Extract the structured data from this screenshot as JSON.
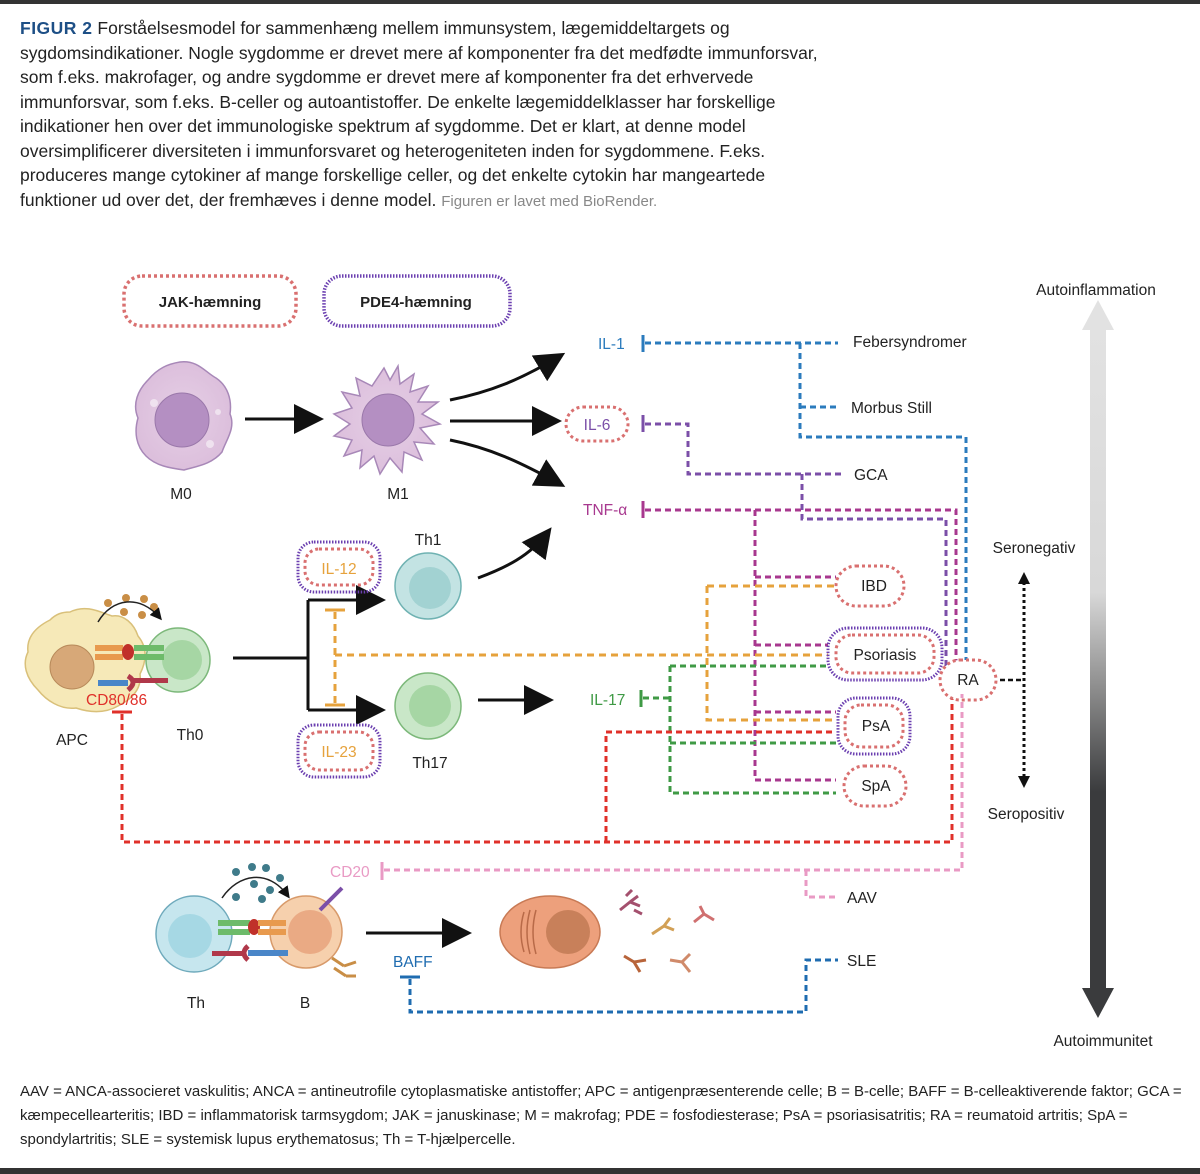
{
  "caption": {
    "figure_label": "FIGUR 2",
    "text": "Forståelsesmodel for sammenhæng mellem immunsystem, lægemiddeltargets og sygdomsindikationer. Nogle sygdomme er drevet mere af komponenter fra det medfødte immunforsvar, som f.eks. makrofager, og andre sygdomme er drevet mere af komponenter fra det erhvervede immunforsvar, som f.eks. B-celler og autoantistoffer. De enkelte lægemiddelklasser har forskellige indikationer hen over det immunologiske spektrum af sygdomme. Det er klart, at denne model oversimplificerer diversiteten i immunforsvaret og heterogeniteten inden for sygdommene. F.eks. produceres mange cytokiner af mange forskellige celler, og det enkelte cytokin har mangeartede funktioner ud over det, der fremhæves i denne model.",
    "credit": "Figuren er lavet med BioRender."
  },
  "legend": {
    "jak": "JAK-hæmning",
    "pde4": "PDE4-hæmning"
  },
  "cells": {
    "m0": "M0",
    "m1": "M1",
    "apc": "APC",
    "th0": "Th0",
    "th1": "Th1",
    "th17": "Th17",
    "th": "Th",
    "b": "B"
  },
  "targets": {
    "il1": "IL-1",
    "il6": "IL-6",
    "tnf": "TNF-α",
    "il12": "IL-12",
    "il23": "IL-23",
    "il17": "IL-17",
    "cd80": "CD80/86",
    "cd20": "CD20",
    "baff": "BAFF"
  },
  "diseases": {
    "feber": "Febersyndromer",
    "still": "Morbus Still",
    "gca": "GCA",
    "ibd": "IBD",
    "psoriasis": "Psoriasis",
    "psa": "PsA",
    "spa": "SpA",
    "ra": "RA",
    "aav": "AAV",
    "sle": "SLE"
  },
  "axis": {
    "top": "Autoinflammation",
    "bottom": "Autoimmunitet",
    "seroneg": "Seronegativ",
    "seropos": "Seropositiv"
  },
  "colors": {
    "il1": "#2b7bbd",
    "il6": "#7b4fa8",
    "tnf": "#a8388f",
    "il12_23": "#e6a23c",
    "il17": "#3f9a45",
    "cd80": "#e0302a",
    "cd20": "#e99ac4",
    "baff": "#1f6cb0",
    "jak": "#d97070",
    "pde4": "#6b3fb0"
  },
  "footnote": "AAV = ANCA-associeret vaskulitis; ANCA = antineutrofile cytoplasmatiske antistoffer; APC = antigenpræsenterende celle; B = B-celle; BAFF = B-celleaktiverende faktor; GCA = kæmpecellearteritis; IBD = inflammatorisk tarmsygdom; JAK = januskinase; M = makrofag; PDE = fosfodiesterase; PsA = psoriasisatritis; RA = reumatoid artritis; SpA = spondylartritis; SLE = systemisk lupus erythematosus; Th = T-hjælpercelle."
}
